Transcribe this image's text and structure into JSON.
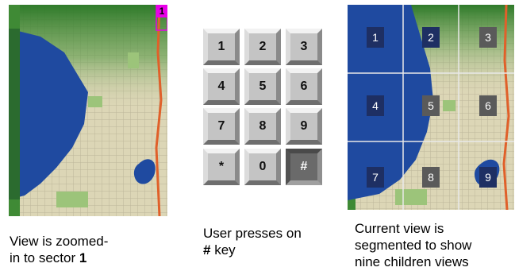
{
  "left_panel": {
    "sector_tag": "1",
    "caption_line1": "View is zoomed-",
    "caption_line2_prefix": "in to sector ",
    "caption_line2_bold": "1"
  },
  "keypad": {
    "keys": [
      "1",
      "2",
      "3",
      "4",
      "5",
      "6",
      "7",
      "8",
      "9",
      "*",
      "0",
      "#"
    ],
    "pressed_key": "#",
    "caption_line1": "User presses on",
    "caption_line2_bold": "#",
    "caption_line2_suffix": " key"
  },
  "right_panel": {
    "cells": [
      "1",
      "2",
      "3",
      "4",
      "5",
      "6",
      "7",
      "8",
      "9"
    ],
    "caption_line1": "Current view is",
    "caption_line2": "segmented to show",
    "caption_line3": "nine children views"
  },
  "colors": {
    "water": "#1f4aa0",
    "land": "#d8d2b0",
    "pressed_key": "#6a6a6a",
    "sector_tag": "#e800e8",
    "grid_line": "#e8e8e8"
  }
}
